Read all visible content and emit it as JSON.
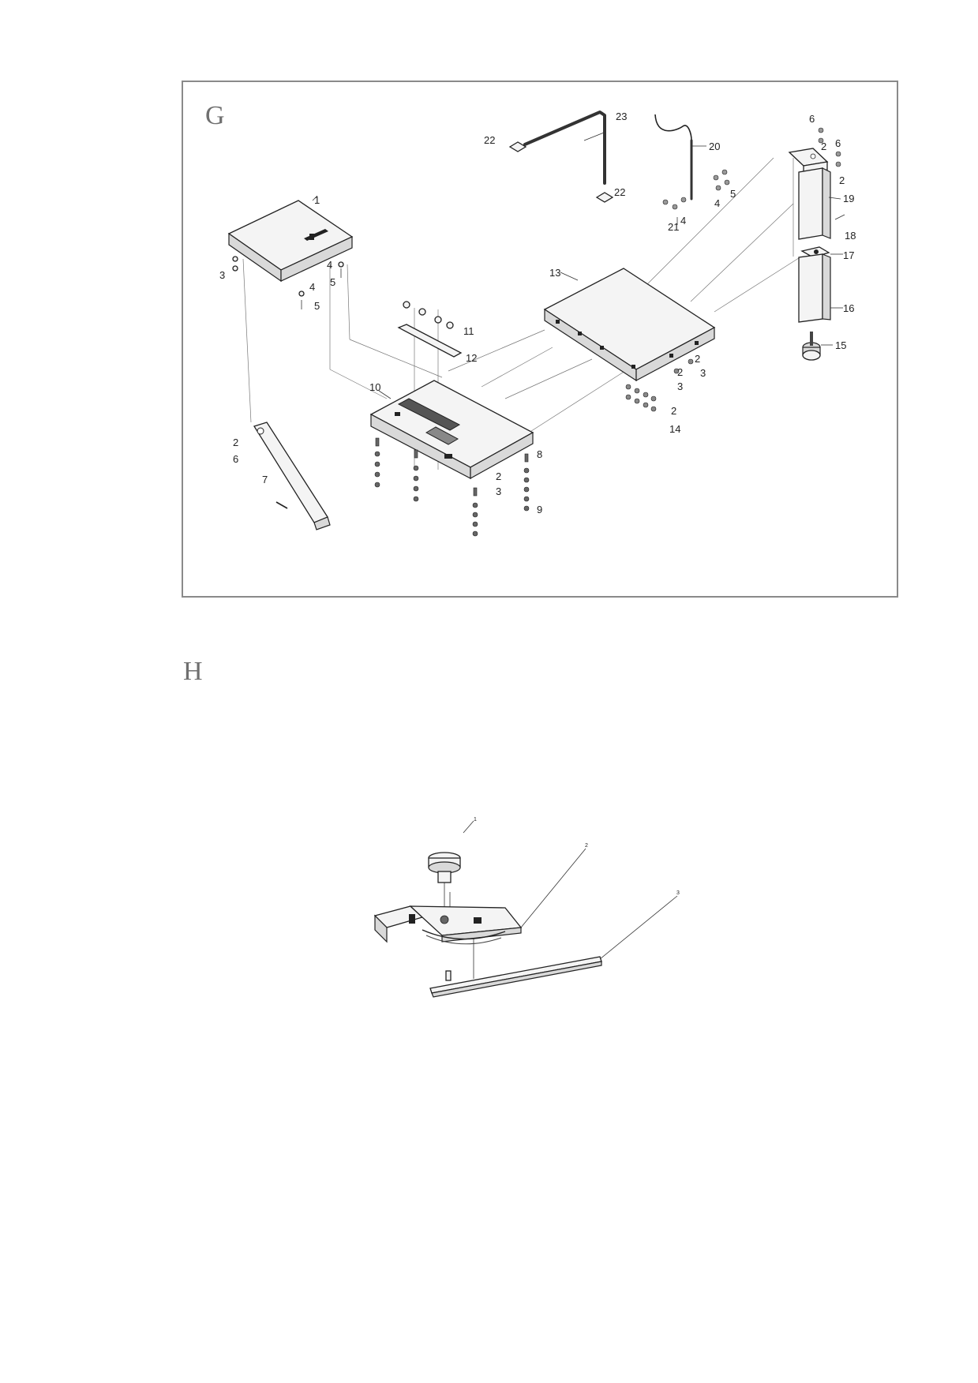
{
  "sections": {
    "g": {
      "letter": "G"
    },
    "h": {
      "letter": "H"
    }
  },
  "diagram_g": {
    "labels": [
      {
        "id": "g-1",
        "text": "1"
      },
      {
        "id": "g-3a",
        "text": "3"
      },
      {
        "id": "g-4a",
        "text": "4"
      },
      {
        "id": "g-5a",
        "text": "5"
      },
      {
        "id": "g-4b",
        "text": "4"
      },
      {
        "id": "g-5b",
        "text": "5"
      },
      {
        "id": "g-10",
        "text": "10"
      },
      {
        "id": "g-11",
        "text": "11"
      },
      {
        "id": "g-12",
        "text": "12"
      },
      {
        "id": "g-13",
        "text": "13"
      },
      {
        "id": "g-2a",
        "text": "2"
      },
      {
        "id": "g-3b",
        "text": "3"
      },
      {
        "id": "g-2b",
        "text": "2"
      },
      {
        "id": "g-3c",
        "text": "3"
      },
      {
        "id": "g-2c",
        "text": "2"
      },
      {
        "id": "g-14",
        "text": "14"
      },
      {
        "id": "g-2d",
        "text": "2"
      },
      {
        "id": "g-6a",
        "text": "6"
      },
      {
        "id": "g-7",
        "text": "7"
      },
      {
        "id": "g-2e",
        "text": "2"
      },
      {
        "id": "g-3d",
        "text": "3"
      },
      {
        "id": "g-8",
        "text": "8"
      },
      {
        "id": "g-9",
        "text": "9"
      },
      {
        "id": "g-22a",
        "text": "22"
      },
      {
        "id": "g-23",
        "text": "23"
      },
      {
        "id": "g-22b",
        "text": "22"
      },
      {
        "id": "g-20",
        "text": "20"
      },
      {
        "id": "g-5c",
        "text": "5"
      },
      {
        "id": "g-4c",
        "text": "4"
      },
      {
        "id": "g-4d",
        "text": "4"
      },
      {
        "id": "g-21",
        "text": "21"
      },
      {
        "id": "g-6b",
        "text": "6"
      },
      {
        "id": "g-2f",
        "text": "2"
      },
      {
        "id": "g-6c",
        "text": "6"
      },
      {
        "id": "g-2g",
        "text": "2"
      },
      {
        "id": "g-19",
        "text": "19"
      },
      {
        "id": "g-18",
        "text": "18"
      },
      {
        "id": "g-17",
        "text": "17"
      },
      {
        "id": "g-16",
        "text": "16"
      },
      {
        "id": "g-15",
        "text": "15"
      }
    ]
  },
  "diagram_h": {
    "labels": [
      {
        "id": "h-1",
        "text": "1"
      },
      {
        "id": "h-2",
        "text": "2"
      },
      {
        "id": "h-3",
        "text": "3"
      }
    ]
  }
}
